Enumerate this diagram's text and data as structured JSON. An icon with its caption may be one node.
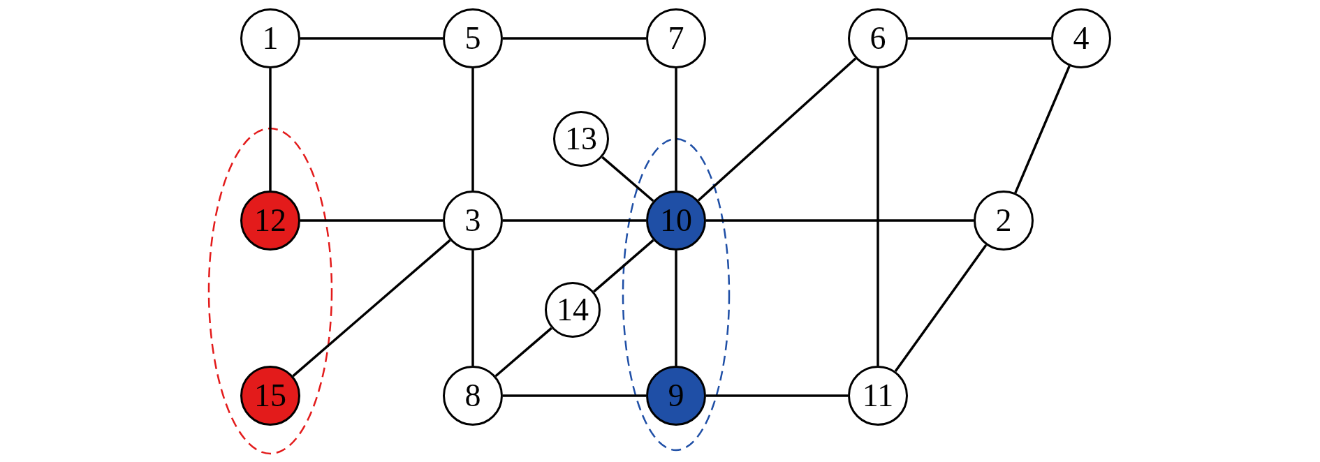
{
  "diagram": {
    "nodes": [
      {
        "text": [
          "1"
        ]
      },
      {
        "text": [
          "5"
        ]
      },
      {
        "text": [
          "7"
        ]
      },
      {
        "text": [
          "6"
        ]
      },
      {
        "text": [
          "4"
        ]
      },
      {
        "text": [
          "13"
        ]
      },
      {
        "text": [
          "12"
        ]
      },
      {
        "text": [
          "3"
        ]
      },
      {
        "text": [
          "10"
        ]
      },
      {
        "text": [
          "2"
        ]
      },
      {
        "text": [
          "14"
        ]
      },
      {
        "text": [
          "15"
        ]
      },
      {
        "text": [
          "8"
        ]
      },
      {
        "text": [
          "9"
        ]
      },
      {
        "text": [
          "11"
        ]
      }
    ],
    "edges": [
      {
        "from": 0,
        "to": 1,
        "arrow": "none"
      },
      {
        "from": 1,
        "to": 2,
        "arrow": "none"
      },
      {
        "from": 3,
        "to": 4,
        "arrow": "none"
      },
      {
        "from": 0,
        "to": 6,
        "arrow": "none"
      },
      {
        "from": 1,
        "to": 7,
        "arrow": "none"
      },
      {
        "from": 2,
        "to": 8,
        "arrow": "none"
      },
      {
        "from": 8,
        "to": 3,
        "arrow": "none"
      },
      {
        "from": 3,
        "to": 14,
        "arrow": "none"
      },
      {
        "from": 4,
        "to": 9,
        "arrow": "none"
      },
      {
        "from": 5,
        "to": 8,
        "arrow": "none"
      },
      {
        "from": 6,
        "to": 7,
        "arrow": "none"
      },
      {
        "from": 7,
        "to": 8,
        "arrow": "none"
      },
      {
        "from": 8,
        "to": 9,
        "arrow": "none"
      },
      {
        "from": 7,
        "to": 11,
        "arrow": "none"
      },
      {
        "from": 7,
        "to": 12,
        "arrow": "none"
      },
      {
        "from": 8,
        "to": 10,
        "arrow": "none"
      },
      {
        "from": 10,
        "to": 12,
        "arrow": "none"
      },
      {
        "from": 8,
        "to": 13,
        "arrow": "none"
      },
      {
        "from": 12,
        "to": 13,
        "arrow": "none"
      },
      {
        "from": 13,
        "to": 14,
        "arrow": "none"
      },
      {
        "from": 9,
        "to": 14,
        "arrow": "none"
      }
    ]
  }
}
